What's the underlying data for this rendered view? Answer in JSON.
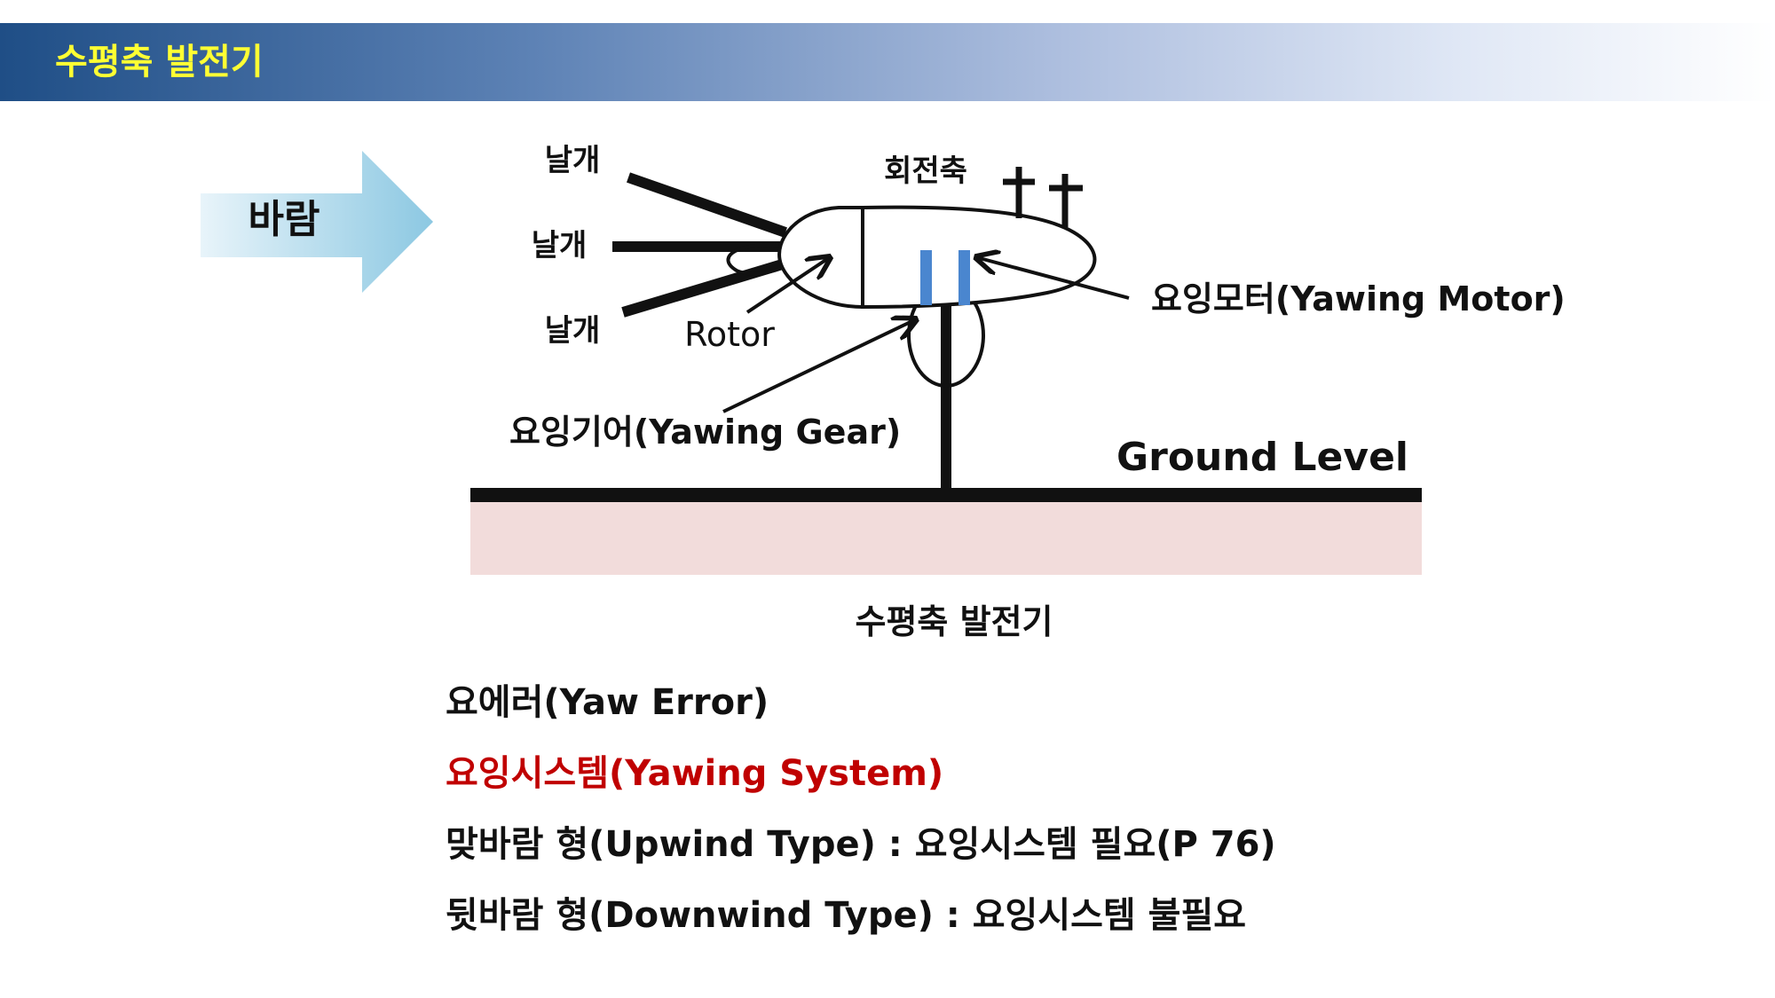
{
  "header": {
    "title": "수평축 발전기"
  },
  "diagram": {
    "wind_label": "바람",
    "blade_label_1": "날개",
    "blade_label_2": "날개",
    "blade_label_3": "날개",
    "shaft_label": "회전축",
    "rotor_label": "Rotor",
    "yaw_motor_label": "요잉모터(Yawing Motor)",
    "yaw_gear_label": "요잉기어(Yawing Gear)",
    "ground_label": "Ground Level",
    "caption": "수평축 발전기",
    "colors": {
      "motor_bar": "#4a86cf",
      "ground_fill": "#f2dcdb",
      "wind_arrow": "#9fd0e6"
    },
    "icons": [
      "wind-arrow",
      "anemometer-cross"
    ]
  },
  "bullets": [
    "요에러(Yaw Error)",
    "요잉시스템(Yawing System)",
    "맞바람 형(Upwind Type) : 요잉시스템 필요(P 76)",
    "뒷바람 형(Downwind Type) : 요잉시스템 불필요"
  ],
  "colors": {
    "header_title": "#ffff33",
    "highlight": "#c00000"
  }
}
